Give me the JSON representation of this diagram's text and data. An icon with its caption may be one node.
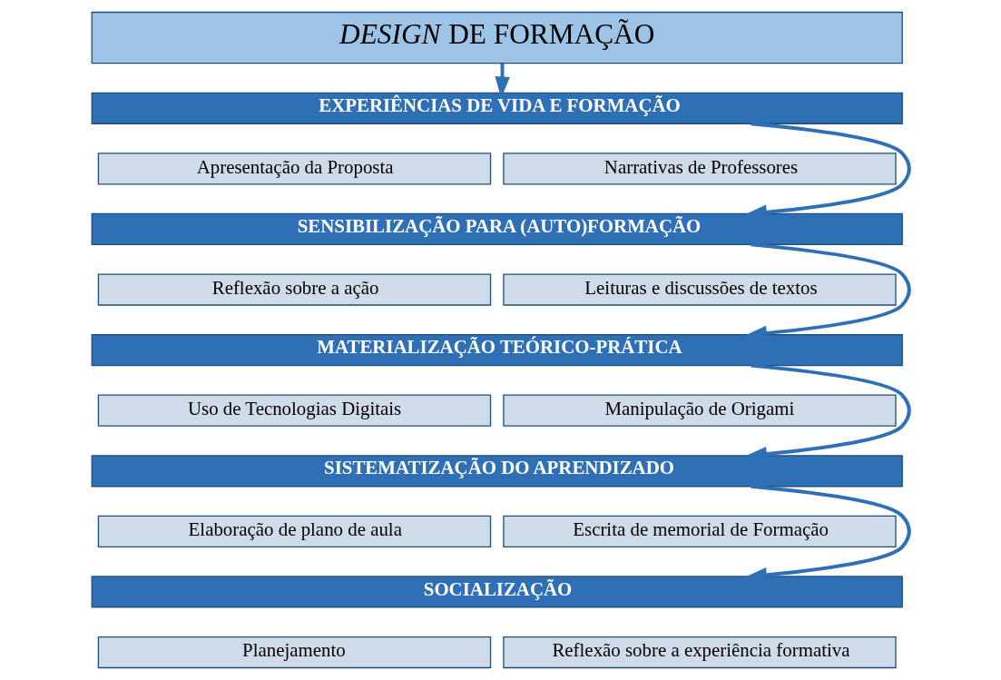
{
  "diagram": {
    "nodes": [
      {
        "text": [
          "*DESIGN* DE FORMAÇÃO"
        ]
      },
      {
        "text": [
          "EXPERIÊNCIAS DE VIDA E FORMAÇÃO"
        ]
      },
      {
        "text": [
          "Apresentação da Proposta"
        ]
      },
      {
        "text": [
          "Narrativas de Professores"
        ]
      },
      {
        "text": [
          "SENSIBILIZAÇÃO PARA (AUTO)FORMAÇÃO"
        ]
      },
      {
        "text": [
          "Reflexão sobre a ação"
        ]
      },
      {
        "text": [
          "Leituras e discussões de textos"
        ]
      },
      {
        "text": [
          "MATERIALIZAÇÃO TEÓRICO-PRÁTICA"
        ]
      },
      {
        "text": [
          "Uso de Tecnologias Digitais"
        ]
      },
      {
        "text": [
          "Manipulação de Origami"
        ]
      },
      {
        "text": [
          "SISTEMATIZAÇÃO DO APRENDIZADO"
        ]
      },
      {
        "text": [
          "Elaboração de plano de aula"
        ]
      },
      {
        "text": [
          "Escrita de memorial de Formação"
        ]
      },
      {
        "text": [
          "SOCIALIZAÇÃO"
        ]
      },
      {
        "text": [
          "Planejamento"
        ]
      },
      {
        "text": [
          "Reflexão sobre a experiência formativa"
        ]
      }
    ],
    "edges": [
      {
        "from": 0,
        "to": 1,
        "arrow": "to"
      },
      {
        "from": 1,
        "to": 4,
        "arrow": "to"
      },
      {
        "from": 4,
        "to": 7,
        "arrow": "to"
      },
      {
        "from": 7,
        "to": 10,
        "arrow": "to"
      },
      {
        "from": 10,
        "to": 13,
        "arrow": "to"
      }
    ]
  }
}
